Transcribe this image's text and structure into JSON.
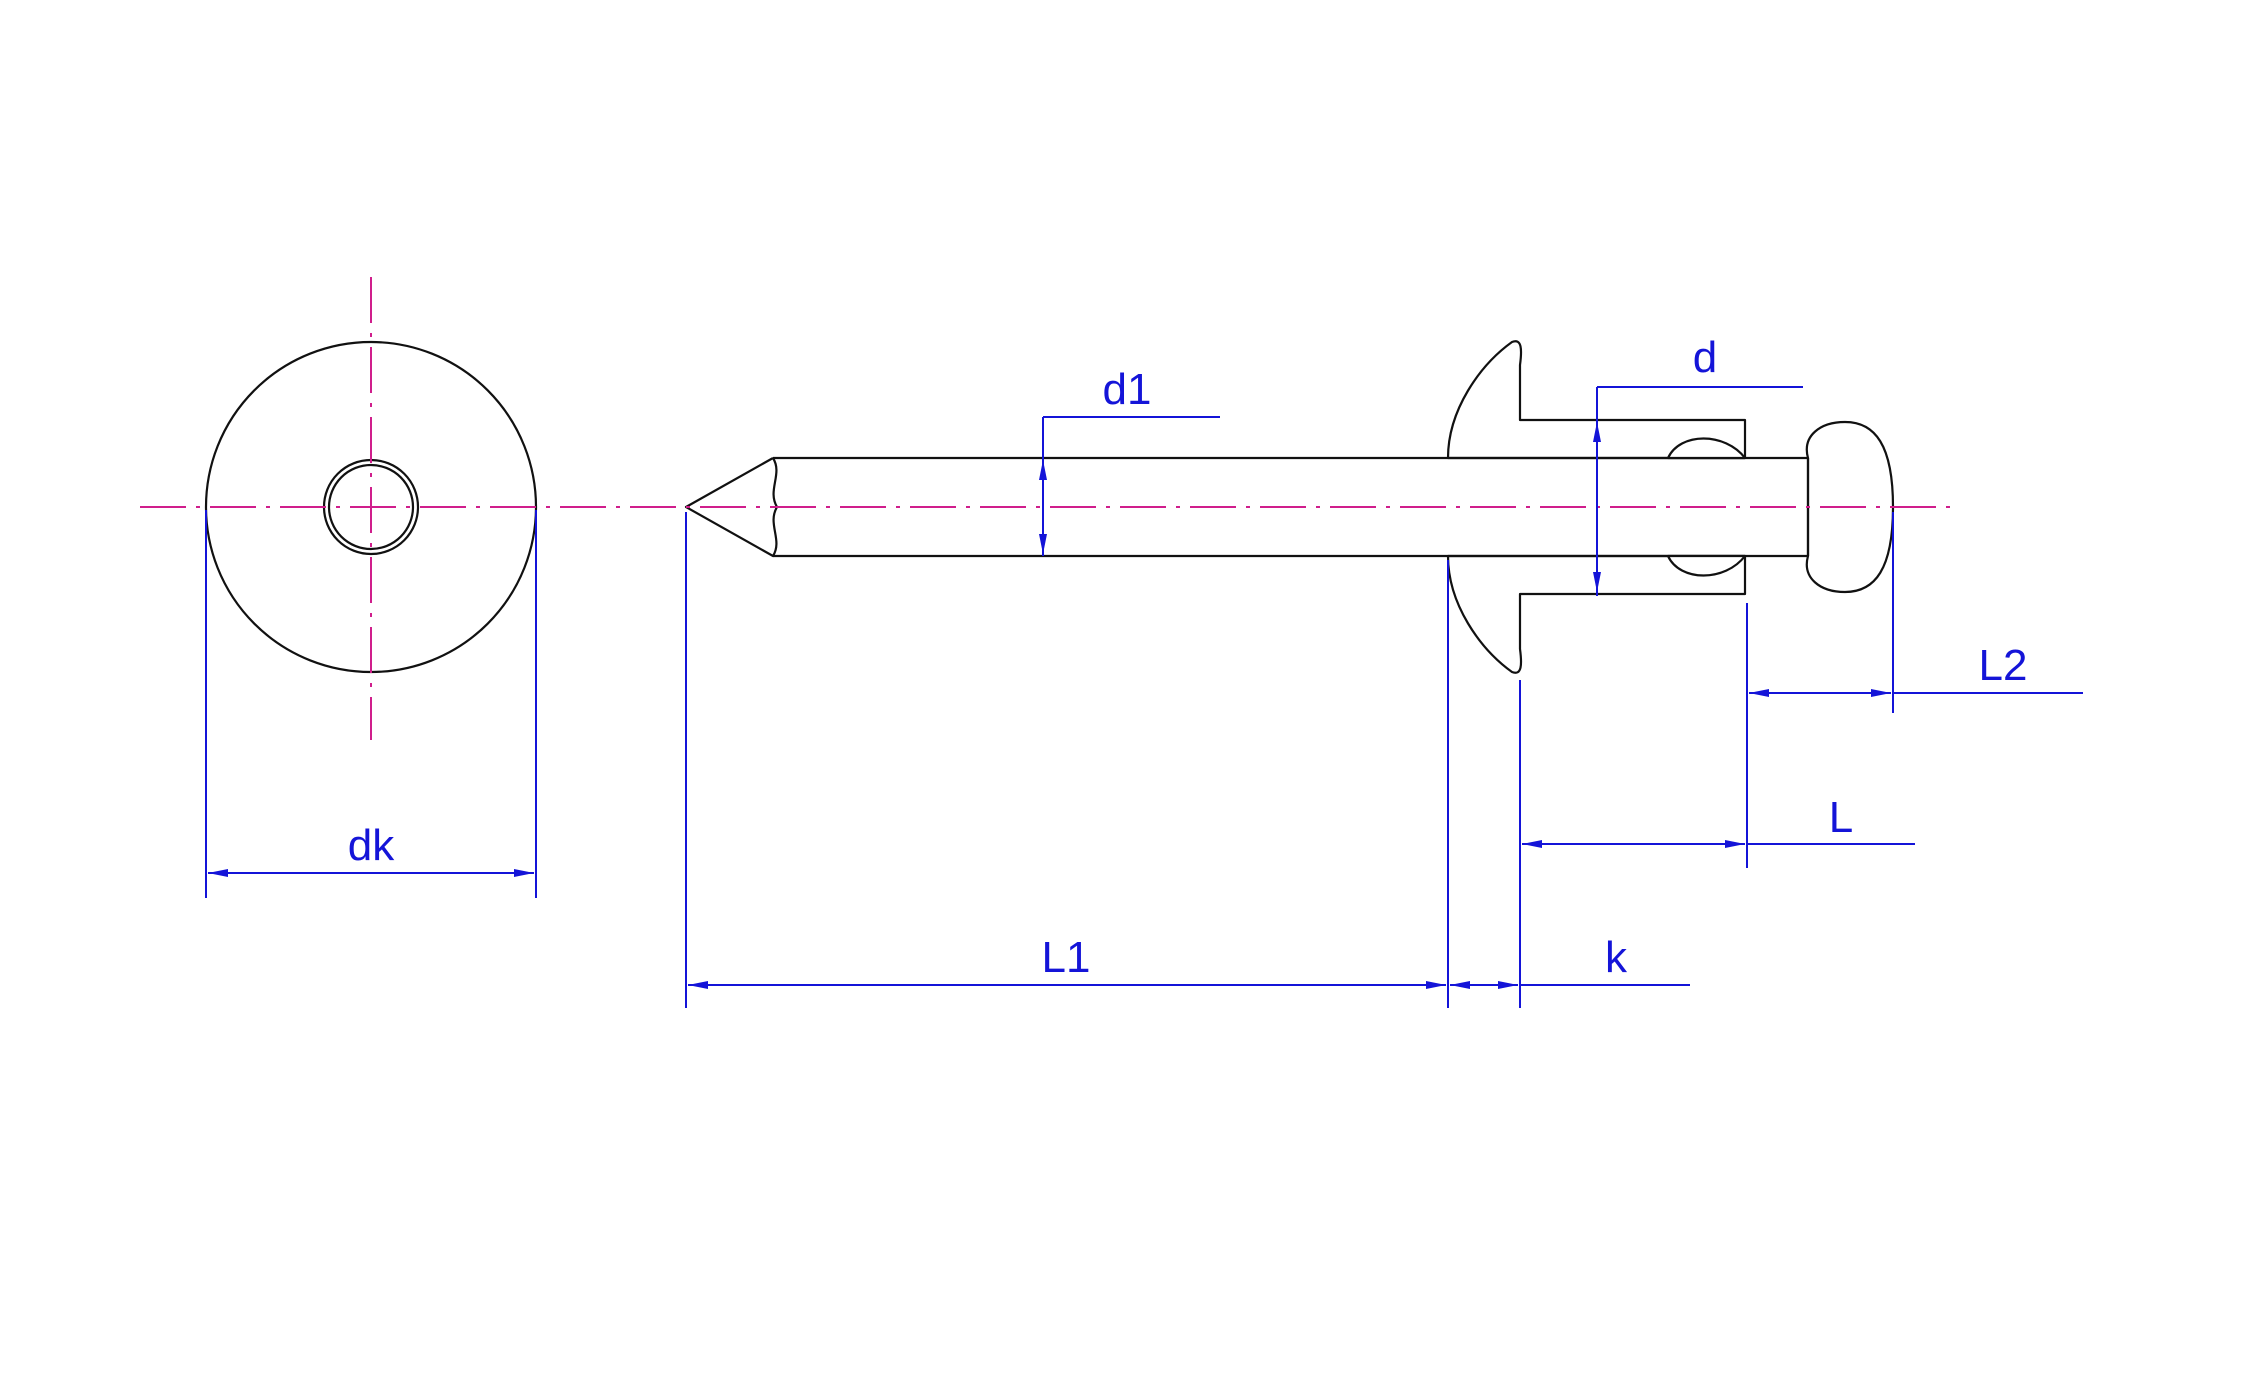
{
  "colors": {
    "outline": "#111111",
    "dimension": "#1414d8",
    "centerline": "#d01e8c",
    "background": "#ffffff"
  },
  "labels": {
    "dk": "dk",
    "d1": "d1",
    "d": "d",
    "L2": "L2",
    "L": "L",
    "L1": "L1",
    "k": "k"
  }
}
